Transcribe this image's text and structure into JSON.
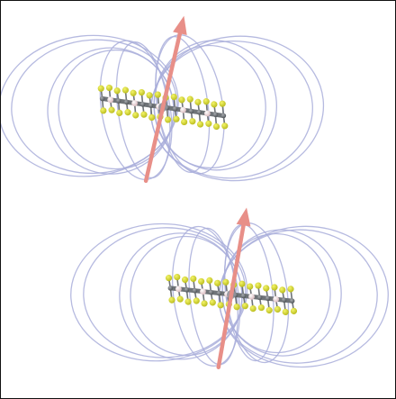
{
  "colors": {
    "background": "#ffffff",
    "border": "#111111",
    "field_line": "#a9aedb",
    "field_line_inner": "#c6c9ea",
    "arrow": "#e88f88",
    "molecule_sulfur": "#d6d82e",
    "molecule_carbon": "#6f7478",
    "molecule_metal": "#f2d8da",
    "molecule_core": "#8d8f9a"
  },
  "panels": [
    {
      "id": "top",
      "arrow_tilt_deg": 13
    },
    {
      "id": "bottom",
      "arrow_tilt_deg": 10
    }
  ]
}
